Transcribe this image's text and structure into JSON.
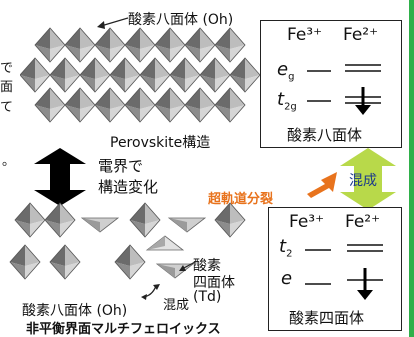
{
  "left_fragments": [
    "で",
    "面",
    "て",
    "。"
  ],
  "label_top_octahedra": "酸素八面体 (Oh)",
  "label_perovskite": "Perovskite構造",
  "label_field_change": [
    "電界で",
    "構造変化"
  ],
  "label_bottom_octahedra": "酸素八面体 (Oh)",
  "label_tetrahedra": [
    "酸素",
    "四面体",
    "(Td)"
  ],
  "label_mix_bottom": "混成",
  "label_caption": "非平衡界面マルチフェロイックス",
  "label_orbital_splitting": "超軌道分裂",
  "label_mix_badge": "混成",
  "box_top": {
    "ions": [
      "Fe³⁺",
      "Fe²⁺"
    ],
    "level_upper": "e",
    "level_upper_sub": "g",
    "level_lower": "t",
    "level_lower_sub": "2g",
    "caption": "酸素八面体"
  },
  "box_bottom": {
    "ions": [
      "Fe³⁺",
      "Fe²⁺"
    ],
    "level_upper": "t",
    "level_upper_sub": "2",
    "level_lower": "e",
    "caption": "酸素四面体"
  },
  "colors": {
    "orange": "#e8731d",
    "green_arrow": "#b8d94a",
    "green_bar": "#2fb04a",
    "crystal_dark": "#6b6b6b",
    "crystal_light": "#c9c9c9"
  }
}
